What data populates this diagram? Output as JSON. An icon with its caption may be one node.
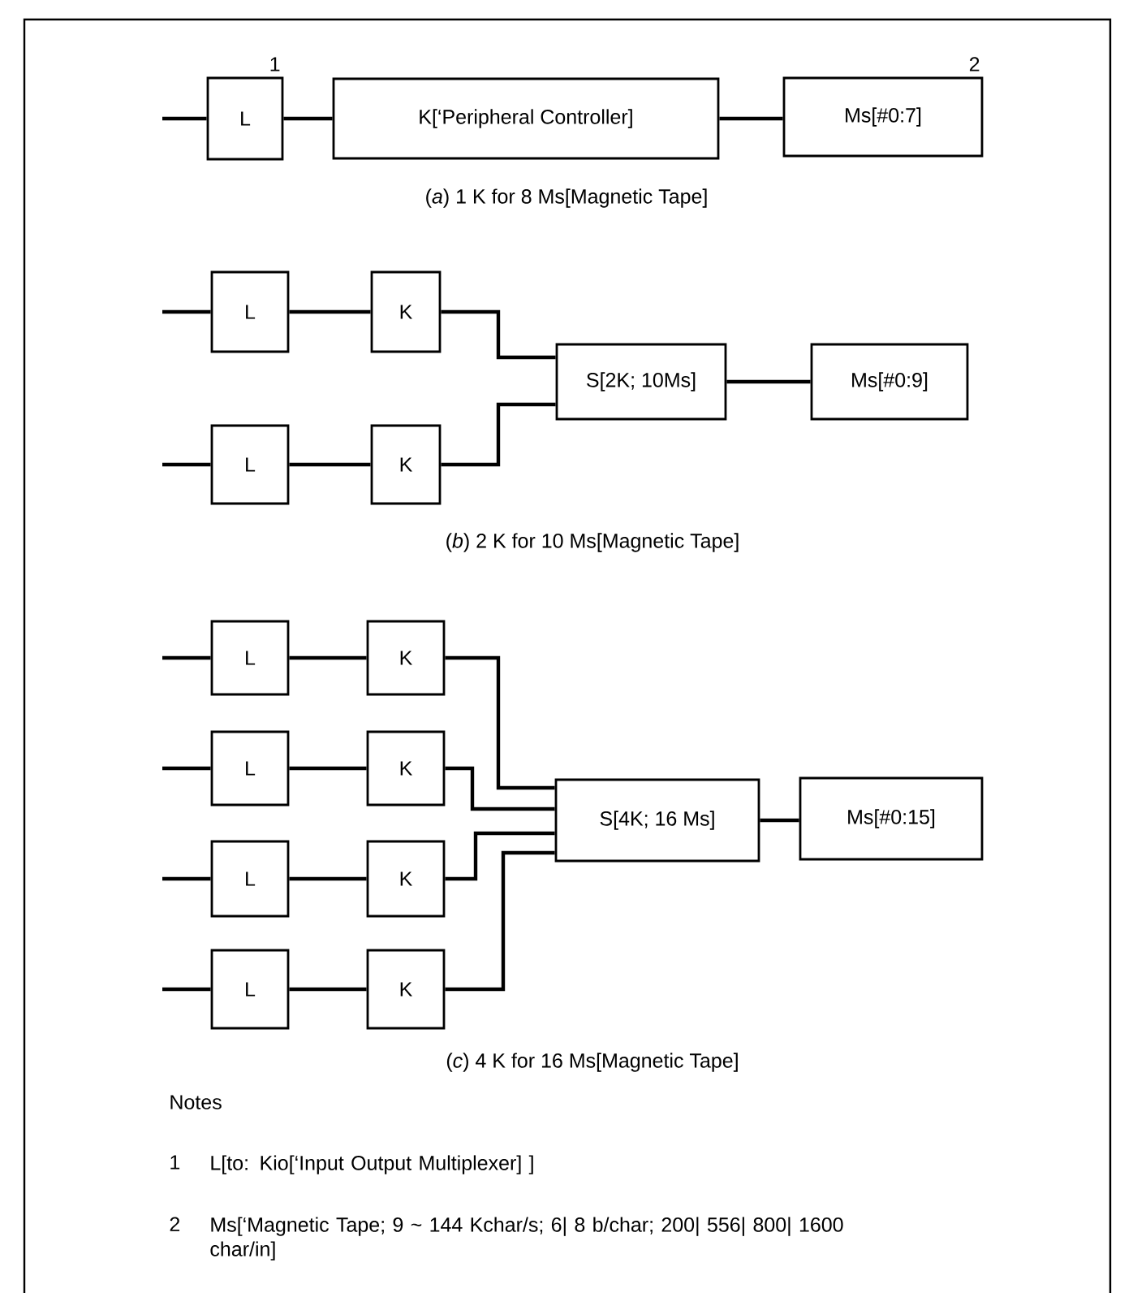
{
  "diagram": {
    "nodes": [
      {
        "text": [
          "L"
        ],
        "beside": [
          "1"
        ]
      },
      {
        "text": [
          "K[‘Peripheral Controller]"
        ]
      },
      {
        "text": [
          "Ms[#0:7]"
        ],
        "beside": [
          "2"
        ]
      },
      {
        "text": [
          "L"
        ]
      },
      {
        "text": [
          "K"
        ]
      },
      {
        "text": [
          "L"
        ]
      },
      {
        "text": [
          "K"
        ]
      },
      {
        "text": [
          "S[2K; 10Ms]"
        ]
      },
      {
        "text": [
          "Ms[#0:9]"
        ]
      },
      {
        "text": [
          "L"
        ]
      },
      {
        "text": [
          "K"
        ]
      },
      {
        "text": [
          "L"
        ]
      },
      {
        "text": [
          "K"
        ]
      },
      {
        "text": [
          "L"
        ]
      },
      {
        "text": [
          "K"
        ]
      },
      {
        "text": [
          "L"
        ]
      },
      {
        "text": [
          "K"
        ]
      },
      {
        "text": [
          "S[4K; 16 Ms]"
        ]
      },
      {
        "text": [
          "Ms[#0:15]"
        ]
      }
    ],
    "edges": [
      {
        "from": null,
        "to": 0,
        "arrow": "none"
      },
      {
        "from": 0,
        "to": 1,
        "arrow": "none"
      },
      {
        "from": 1,
        "to": 2,
        "arrow": "none"
      },
      {
        "from": null,
        "to": 3,
        "arrow": "none"
      },
      {
        "from": 3,
        "to": 4,
        "arrow": "none"
      },
      {
        "from": null,
        "to": 5,
        "arrow": "none"
      },
      {
        "from": 5,
        "to": 6,
        "arrow": "none"
      },
      {
        "from": 4,
        "to": 7,
        "arrow": "none"
      },
      {
        "from": 6,
        "to": 7,
        "arrow": "none"
      },
      {
        "from": 7,
        "to": 8,
        "arrow": "none"
      },
      {
        "from": null,
        "to": 9,
        "arrow": "none"
      },
      {
        "from": 9,
        "to": 10,
        "arrow": "none"
      },
      {
        "from": null,
        "to": 11,
        "arrow": "none"
      },
      {
        "from": 11,
        "to": 12,
        "arrow": "none"
      },
      {
        "from": null,
        "to": 13,
        "arrow": "none"
      },
      {
        "from": 13,
        "to": 14,
        "arrow": "none"
      },
      {
        "from": null,
        "to": 15,
        "arrow": "none"
      },
      {
        "from": 15,
        "to": 16,
        "arrow": "none"
      },
      {
        "from": 10,
        "to": 17,
        "arrow": "none"
      },
      {
        "from": 12,
        "to": 17,
        "arrow": "none"
      },
      {
        "from": 14,
        "to": 17,
        "arrow": "none"
      },
      {
        "from": 16,
        "to": 17,
        "arrow": "none"
      },
      {
        "from": 17,
        "to": 18,
        "arrow": "none"
      }
    ],
    "labels": [
      "(*a*) 1 K for 8 Ms[Magnetic Tape]",
      "(*b*) 2 K for 10 Ms[Magnetic Tape]",
      "(*c*) 4 K for 16 Ms[Magnetic Tape]",
      "Notes",
      "1",
      "L[to: Kio[‘Input Output Multiplexer] ]",
      "2",
      "Ms[‘Magnetic Tape; 9 ~ 144 Kchar/s; 6| 8 b/char; 200| 556| 800| 1600 char/in]"
    ]
  }
}
